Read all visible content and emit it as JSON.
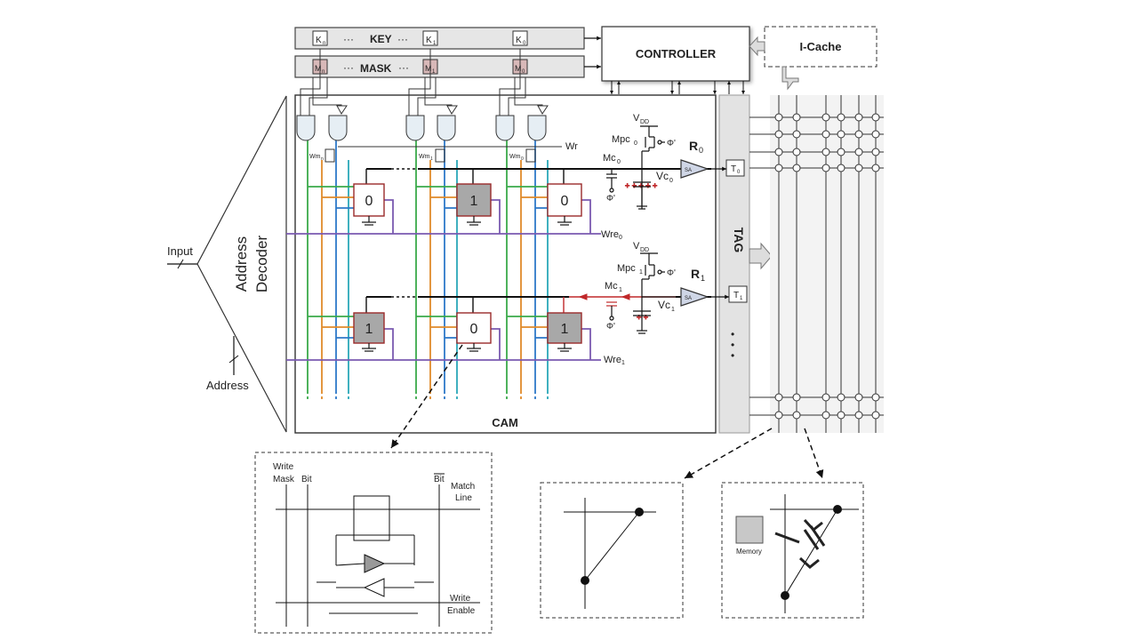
{
  "key_bar": {
    "k_n": "K",
    "k_n_sub": "n",
    "dots1": "···",
    "title": "KEY",
    "dots2": "···",
    "k_1": "K",
    "k_1_sub": "1",
    "k_0": "K",
    "k_0_sub": "0"
  },
  "mask_bar": {
    "m_n": "M",
    "m_n_sub": "n",
    "title": "MASK",
    "dots1": "···",
    "dots2": "···",
    "m_1": "M",
    "m_1_sub": "1",
    "m_0": "M",
    "m_0_sub": "0"
  },
  "controller": "CONTROLLER",
  "icache": "I-Cache",
  "decoder": {
    "line1": "Address",
    "line2": "Decoder"
  },
  "input_label": "Input",
  "address_label": "Address",
  "cam_label": "CAM",
  "tag_label": "TAG",
  "wr_label": "Wr",
  "wm_labels": [
    "Wm",
    "Wm",
    "Wm"
  ],
  "wm_subs": [
    "n",
    "1",
    "0"
  ],
  "row0": {
    "cells": [
      "0",
      "1",
      "0"
    ],
    "wre": "Wre",
    "wre_sub": "0",
    "vdd": "V",
    "vdd_sub": "DD",
    "mpc": "Mpc",
    "mpc_sub": "0",
    "phi": "Φ'",
    "mc": "Mc",
    "mc_sub": "0",
    "vc": "Vc",
    "vc_sub": "0",
    "r": "R",
    "r_sub": "0",
    "sa": "SA",
    "t": "T",
    "t_sub": "0"
  },
  "row1": {
    "cells": [
      "1",
      "0",
      "1"
    ],
    "wre": "Wre",
    "wre_sub": "1",
    "vdd": "V",
    "vdd_sub": "DD",
    "mpc": "Mpc",
    "mpc_sub": "1",
    "phi": "Φ'",
    "mc": "Mc",
    "mc_sub": "1",
    "vc": "Vc",
    "vc_sub": "1",
    "r": "R",
    "r_sub": "1",
    "sa": "SA",
    "t": "T",
    "t_sub": "1"
  },
  "tag_dots": "•",
  "cell_detail": {
    "write_mask": "Write\nMask",
    "bit": "Bit",
    "bit_bar": "Bit",
    "match_line_1": "Match",
    "match_line_2": "Line",
    "write_enable_1": "Write",
    "write_enable_2": "Enable"
  },
  "memory_label": "Memory",
  "colors": {
    "green": "#3aaa4a",
    "orange": "#e08a2a",
    "blue": "#2e78c8",
    "teal": "#2aa8b8",
    "purple": "#7a5ab0",
    "red": "#c0282a",
    "gray_cell": "#a8a8a8",
    "bar": "#e8e8e8"
  }
}
